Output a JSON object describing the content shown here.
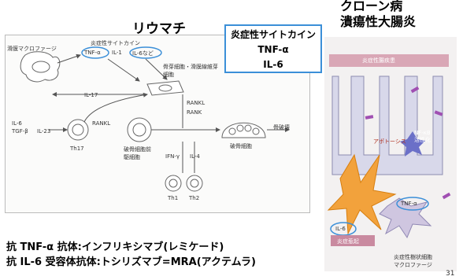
{
  "titles": {
    "ra": "リウマチ",
    "ibd_line1": "クローン病",
    "ibd_line2": "潰瘍性大腸炎"
  },
  "center_box": {
    "line1": "炎症性サイトカイン",
    "line2": "TNF-α",
    "line3": "IL-6"
  },
  "ra_figure": {
    "macrophage": "滑膜マクロファージ",
    "cytokine_header": "炎症性サイトカイン",
    "tnf": "TNF-α",
    "il1": "IL-1",
    "il6_etc": "IL-6など",
    "fibroblast": "骨芽細胞・滑膜線維芽細胞",
    "il17": "IL-17",
    "rankl_top": "RANKL",
    "rank": "RANK",
    "il6": "IL-6",
    "tgf": "TGF-β",
    "il23": "IL-23",
    "th17": "Th17",
    "rankl_mid": "RANKL",
    "osteoclast_precursor": "破骨細胞前駆細胞",
    "ifn": "IFN-γ",
    "il4": "IL-4",
    "osteoclast": "破骨細胞",
    "bone_destruction": "骨破壊",
    "th1": "Th1",
    "th2": "Th2"
  },
  "ibd_figure": {
    "header": "炎症性腸疾患",
    "apoptosis": "アポトーシス",
    "nfkb_line1": "NF-κB",
    "nfkb_line2": "活性化",
    "tnf": "TNF-α",
    "il6": "IL-6",
    "inflammation": "炎症惹起",
    "dc_line1": "炎症性樹状細胞",
    "dc_line2": "マクロファージ"
  },
  "drugs": {
    "line1": "抗 TNF-α 抗体:インフリキシマブ(レミケード)",
    "line2": "抗 IL-6 受容体抗体:トシリズマブ=MRA(アクテムラ)"
  },
  "page_number": "31",
  "colors": {
    "accent_blue": "#3b8fd8",
    "figure_line": "#666666",
    "ibd_header_pink": "#d9a7b6",
    "ibd_purple": "#a04fb2"
  }
}
